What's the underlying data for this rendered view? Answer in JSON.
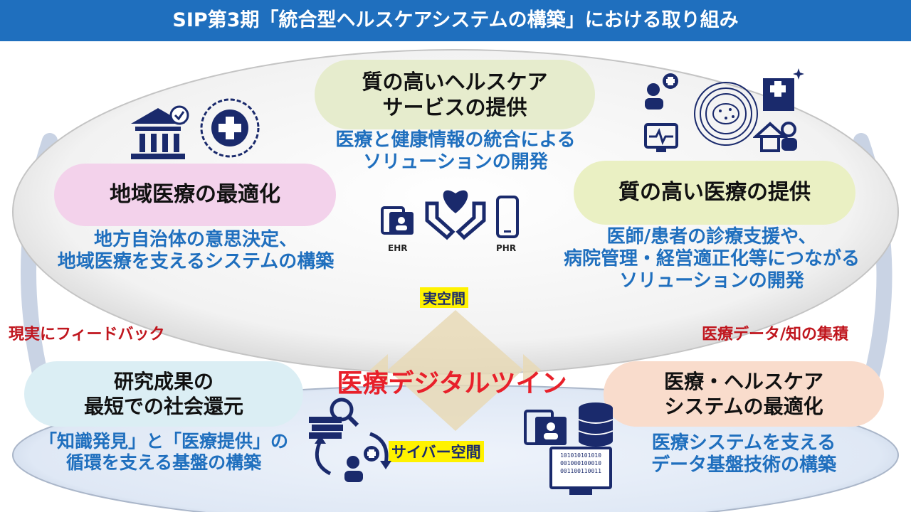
{
  "header": {
    "title": "SIP第3期「統合型ヘルスケアシステムの構築」における取り組み"
  },
  "top_service": {
    "title_line1": "質の高いヘルスケア",
    "title_line2": "サービスの提供",
    "sub_line1": "医療と健康情報の統合による",
    "sub_line2": "ソリューションの開発"
  },
  "regional": {
    "title": "地域医療の最適化",
    "sub_line1": "地方自治体の意思決定、",
    "sub_line2": "地域医療を支えるシステムの構築"
  },
  "quality_care": {
    "title": "質の高い医療の提供",
    "sub_line1": "医師/患者の診療支援や、",
    "sub_line2": "病院管理・経営適正化等につながる",
    "sub_line3": "ソリューションの開発"
  },
  "research": {
    "title_line1": "研究成果の",
    "title_line2": "最短での社会還元",
    "sub_line1": "「知識発見」と「医療提供」の",
    "sub_line2": "循環を支える基盤の構築"
  },
  "system_opt": {
    "title_line1": "医療・ヘルスケア",
    "title_line2": "システムの最適化",
    "sub_line1": "医療システムを支える",
    "sub_line2": "データ基盤技術の構築"
  },
  "center": {
    "real_space": "実空間",
    "cyber_space": "サイバー空間",
    "digital_twin": "医療デジタルツイン",
    "ehr_label": "EHR",
    "phr_label": "PHR"
  },
  "sides": {
    "left": "現実にフィードバック",
    "right": "医療データ/知の集積"
  },
  "binary": {
    "line1": "101010101010",
    "line2": "001000100010",
    "line3": "001100110011"
  },
  "colors": {
    "header": "#1f6fbe",
    "accent_blue": "#1f6fbe",
    "red": "#c0161e",
    "navy": "#1a2a6c"
  }
}
